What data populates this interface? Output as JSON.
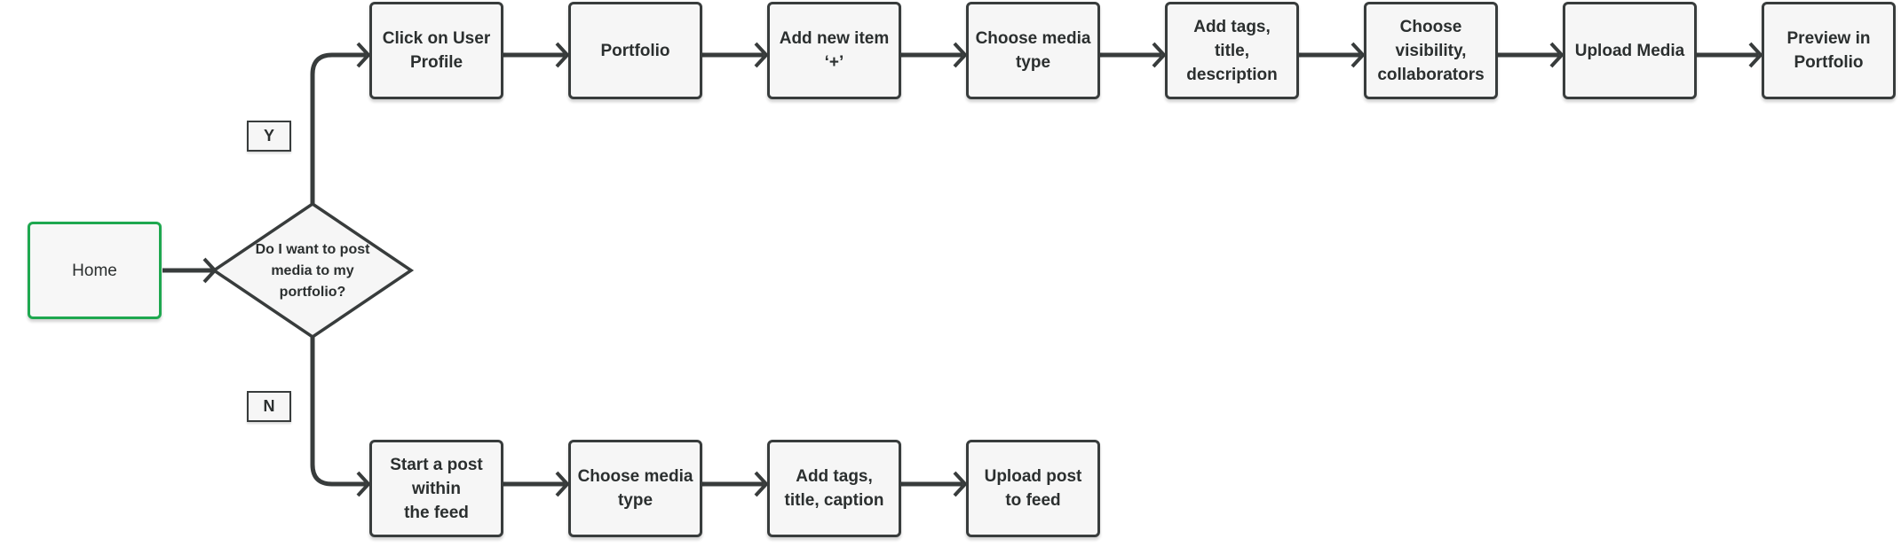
{
  "flow": {
    "start": "Home",
    "decision": "Do I want to post\nmedia to my\nportfolio?",
    "yes_label": "Y",
    "no_label": "N",
    "top_steps": [
      "Click on User\nProfile",
      "Portfolio",
      "Add new item\n‘+’",
      "Choose media\ntype",
      "Add tags,\ntitle, description",
      "Choose visibility,\ncollaborators",
      "Upload Media",
      "Preview in\nPortfolio"
    ],
    "bottom_steps": [
      "Start a post\nwithin\nthe feed",
      "Choose media\ntype",
      "Add tags,\ntitle, caption",
      "Upload post\nto feed"
    ]
  },
  "colors": {
    "line": "#383c3c",
    "start_border": "#1ea84f",
    "node_fill": "#f6f6f6"
  }
}
